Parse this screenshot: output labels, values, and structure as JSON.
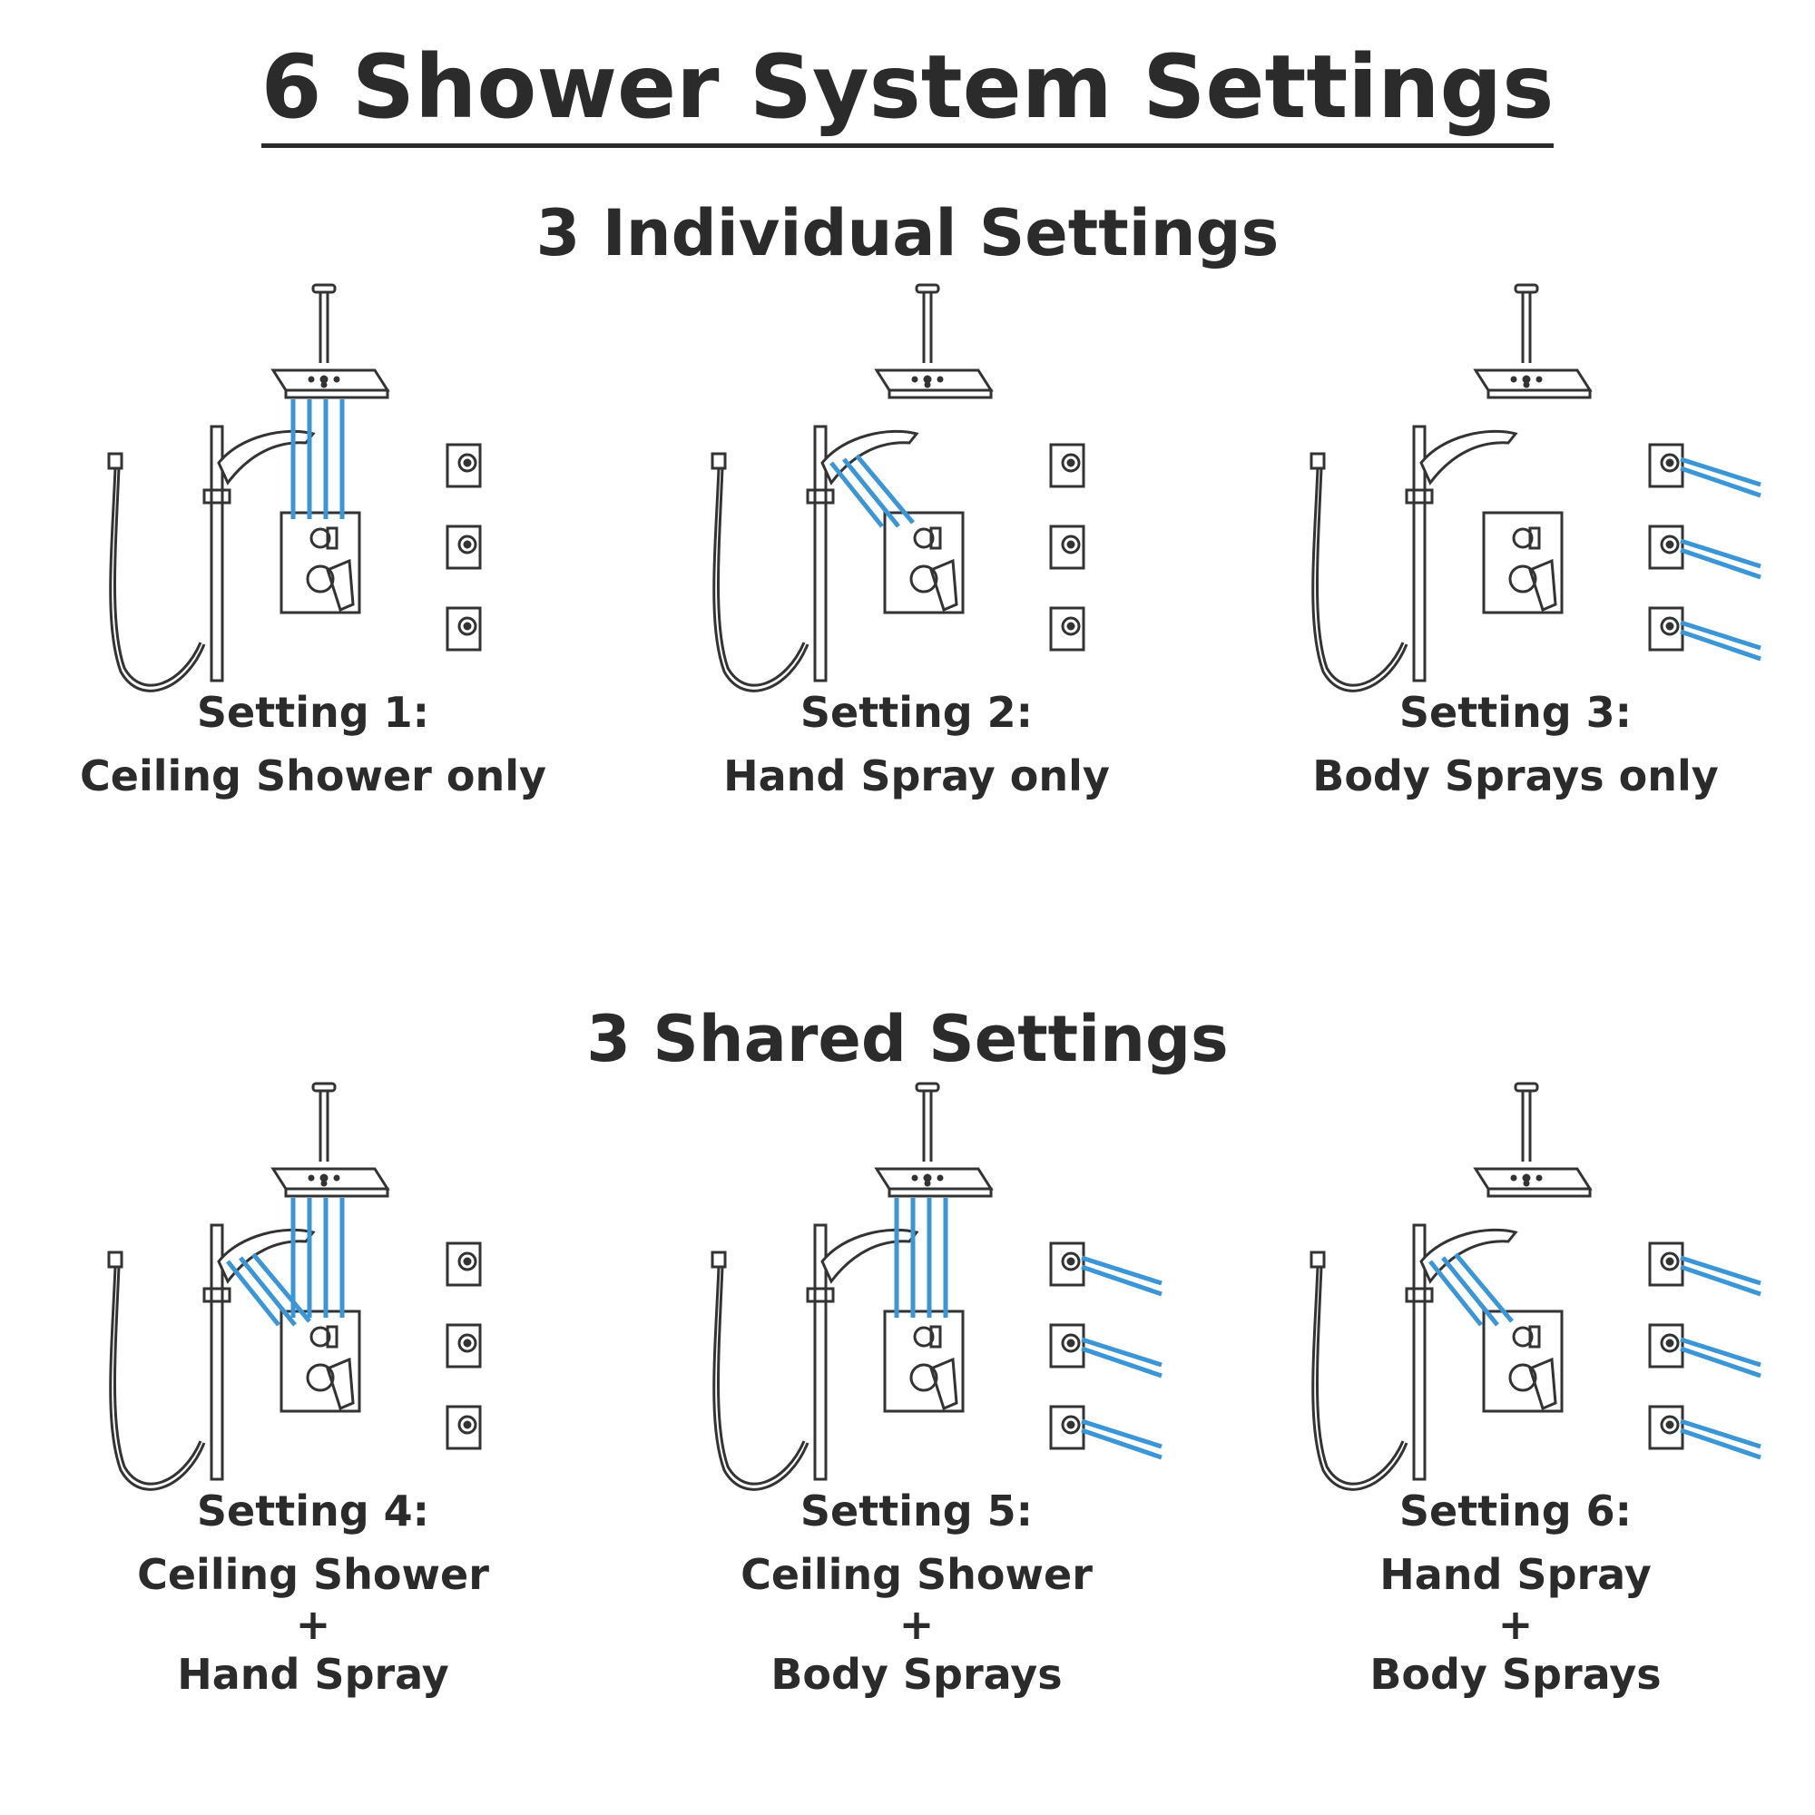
{
  "title": "6 Shower System Settings",
  "sections": [
    {
      "title": "3 Individual Settings"
    },
    {
      "title": "3 Shared Settings"
    }
  ],
  "settings": [
    {
      "label": "Setting 1:",
      "lines": [
        "Ceiling Shower only"
      ],
      "active": {
        "ceiling": true,
        "hand": false,
        "body": false
      }
    },
    {
      "label": "Setting 2:",
      "lines": [
        "Hand Spray only"
      ],
      "active": {
        "ceiling": false,
        "hand": true,
        "body": false
      }
    },
    {
      "label": "Setting 3:",
      "lines": [
        "Body Sprays only"
      ],
      "active": {
        "ceiling": false,
        "hand": false,
        "body": true
      }
    },
    {
      "label": "Setting 4:",
      "lines": [
        "Ceiling Shower",
        "+",
        "Hand Spray"
      ],
      "active": {
        "ceiling": true,
        "hand": true,
        "body": false
      }
    },
    {
      "label": "Setting 5:",
      "lines": [
        "Ceiling Shower",
        "+",
        "Body Sprays"
      ],
      "active": {
        "ceiling": true,
        "hand": false,
        "body": true
      }
    },
    {
      "label": "Setting 6:",
      "lines": [
        "Hand Spray",
        "+",
        "Body Sprays"
      ],
      "active": {
        "ceiling": false,
        "hand": true,
        "body": true
      }
    }
  ],
  "colors": {
    "water": "#3a96d6",
    "fixture": "#333333",
    "text": "#2b2b2b"
  },
  "icons": [
    "ceiling-shower-icon",
    "hand-shower-icon",
    "valve-trim-icon",
    "body-spray-icon"
  ]
}
